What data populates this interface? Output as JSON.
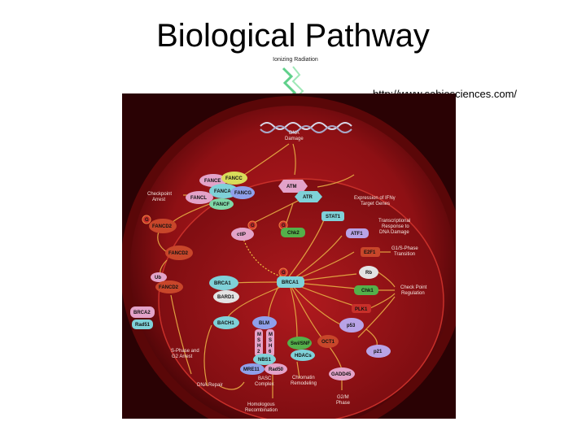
{
  "slide": {
    "title": "Biological Pathway",
    "source_url": "http://www.sabiosciences.com/"
  },
  "diagram": {
    "stimulus": "Ionizing Radiation",
    "damage": [
      "DNA",
      "Damage"
    ],
    "nodes": {
      "fancc": "FANCC",
      "fance": "FANCE",
      "fanca": "FANCA",
      "fancg": "FANCG",
      "fancl": "FANCL",
      "fancf": "FANCF",
      "fancd2_top": "FANCD2",
      "fancd2_mid": "FANCD2",
      "fancd2_ub": "FANCD2",
      "g_fancd2": "G",
      "ub": "Ub",
      "brca2": "BRCA2",
      "rad51": "Rad51",
      "atm": "ATM",
      "atr": "ATR",
      "g_ctip": "G",
      "ctip": "ctIP",
      "g_chk2": "G",
      "chk2": "Chk2",
      "stat1": "STAT1",
      "atf1": "ATF1",
      "e2f1": "E2F1",
      "rb": "Rb",
      "chk1": "Chk1",
      "plk1": "PLK1",
      "brca1_left": "BRCA1",
      "bard1": "BARD1",
      "brca1_center": "BRCA1",
      "g_center": "G",
      "bach1": "BACH1",
      "blm": "BLM",
      "msh2": [
        "M",
        "S",
        "H",
        "2"
      ],
      "msh6": [
        "M",
        "S",
        "H",
        "6"
      ],
      "nbs1": "NBS1",
      "mre11": "MRE11",
      "rad50": "Rad50",
      "basc": [
        "BASC",
        "Complex"
      ],
      "swisnf": "Swi/SNF",
      "hdacs": "HDACs",
      "oct1": "OCT1",
      "p53": "p53",
      "p21": "p21",
      "gadd45": "GADD45"
    },
    "outcomes": {
      "checkpoint_arrest": [
        "Checkpoint",
        "Arrest"
      ],
      "ifn": [
        "Expression of IFNγ",
        "Target Genes"
      ],
      "transcriptional": [
        "Transcriptional",
        "Response to",
        "DNA Damage"
      ],
      "g1s": [
        "G1/S-Phase",
        "Transition"
      ],
      "checkpoint_reg": [
        "Check Point",
        "Regulation"
      ],
      "sphase": [
        "S-Phase and",
        "G2 Arrest"
      ],
      "dna_repair": "DNA Repair",
      "chromatin": [
        "Chromatin",
        "Remodeling"
      ],
      "g2m": [
        "G2/M",
        "Phase"
      ],
      "homologous": [
        "Homologous",
        "Recombination"
      ]
    },
    "colors": {
      "cell_dark": "#5a0708",
      "cell_mid": "#a3151a",
      "pink": "#e3a3c9",
      "cyan": "#7fd1d8",
      "purple": "#b8a3e6",
      "green": "#54b04a",
      "orange_red": "#c8462a",
      "arrow": "#e0a040"
    }
  }
}
